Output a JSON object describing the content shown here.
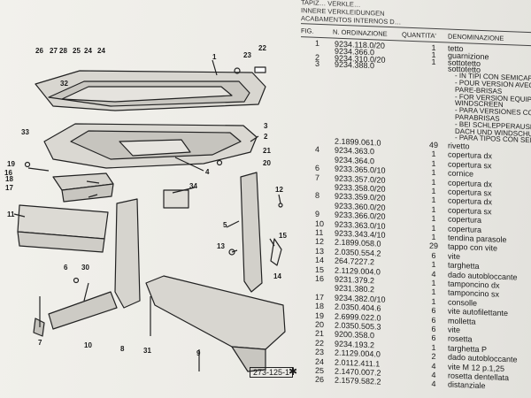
{
  "header": {
    "line1": "TAPIZ… VERKLE…",
    "line2": "INNERE VERKLEIDUNGEN",
    "line3": "ACABAMENTOS INTERNOS D…",
    "col_fig": "FIG.",
    "col_order": "N. ORDINAZIONE",
    "col_qty": "QUANTITA'",
    "col_desc": "DENOMINAZIONE"
  },
  "diagram": {
    "ref_code": "273-125-1",
    "ref_mark": "✱",
    "callouts": [
      "26",
      "27",
      "28",
      "25",
      "24",
      "24",
      "22",
      "23",
      "1",
      "32",
      "33",
      "3",
      "2",
      "4",
      "21",
      "20",
      "19",
      "18",
      "17",
      "16",
      "11",
      "34",
      "12",
      "5",
      "13",
      "15",
      "14",
      "6",
      "30",
      "7",
      "10",
      "8",
      "9",
      "31"
    ]
  },
  "rows": [
    {
      "fig": "1",
      "ord": "9234.118.0/20",
      "qty": "1",
      "desc": "tetto"
    },
    {
      "fig": "",
      "ord": "9234.366.0",
      "qty": "1",
      "desc": "guarnizione"
    },
    {
      "fig": "2",
      "ord": "9234.310.0/20",
      "qty": "1",
      "desc": "sottotetto"
    },
    {
      "fig": "3",
      "ord": "9234.388.0",
      "qty": "",
      "desc": "sottotetto"
    },
    {
      "fig": "",
      "ord": "",
      "qty": "",
      "desc": "- IN TIPI CON SEMICAPPOTTA",
      "note": true
    },
    {
      "fig": "",
      "ord": "",
      "qty": "",
      "desc": "- POUR VERSION AVEC GARDE-",
      "note": true
    },
    {
      "fig": "",
      "ord": "",
      "qty": "",
      "desc": "PARE-BRISAS",
      "note": true
    },
    {
      "fig": "",
      "ord": "",
      "qty": "",
      "desc": "- FOR VERSION EQUIPPED WITH",
      "note": true
    },
    {
      "fig": "",
      "ord": "",
      "qty": "",
      "desc": "WINDSCREEN",
      "note": true
    },
    {
      "fig": "",
      "ord": "",
      "qty": "",
      "desc": "- PARA VERSIONES CON",
      "note": true
    },
    {
      "fig": "",
      "ord": "",
      "qty": "",
      "desc": "PARABRISAS",
      "note": true
    },
    {
      "fig": "",
      "ord": "",
      "qty": "",
      "desc": "- BEI SCHLEPPERAUSFÜHRUNG",
      "note": true
    },
    {
      "fig": "",
      "ord": "",
      "qty": "",
      "desc": "DACH UND WINDSCHUTZ",
      "note": true
    },
    {
      "fig": "",
      "ord": "",
      "qty": "",
      "desc": "- PARA TIPOS CON SEMICAB.",
      "note": true
    },
    {
      "fig": "",
      "ord": "2.1899.061.0",
      "qty": "49",
      "desc": "rivetto"
    },
    {
      "fig": "4",
      "ord": "9234.363.0",
      "qty": "1",
      "desc": "copertura dx"
    },
    {
      "fig": "",
      "ord": "9234.364.0",
      "qty": "1",
      "desc": "copertura sx"
    },
    {
      "fig": "6",
      "ord": "9233.365.0/10",
      "qty": "1",
      "desc": "cornice"
    },
    {
      "fig": "7",
      "ord": "9233.357.0/20",
      "qty": "1",
      "desc": "copertura dx"
    },
    {
      "fig": "",
      "ord": "9233.358.0/20",
      "qty": "1",
      "desc": "copertura sx"
    },
    {
      "fig": "8",
      "ord": "9233.359.0/20",
      "qty": "1",
      "desc": "copertura dx"
    },
    {
      "fig": "",
      "ord": "9233.360.0/20",
      "qty": "1",
      "desc": "copertura sx"
    },
    {
      "fig": "9",
      "ord": "9233.366.0/20",
      "qty": "1",
      "desc": "copertura"
    },
    {
      "fig": "10",
      "ord": "9233.363.0/10",
      "qty": "1",
      "desc": "copertura"
    },
    {
      "fig": "11",
      "ord": "9233.343.4/10",
      "qty": "1",
      "desc": "tendina parasole"
    },
    {
      "fig": "12",
      "ord": "2.1899.058.0",
      "qty": "29",
      "desc": "tappo con vite"
    },
    {
      "fig": "13",
      "ord": "2.0350.554.2",
      "qty": "6",
      "desc": "vite"
    },
    {
      "fig": "14",
      "ord": "264.7227.2",
      "qty": "1",
      "desc": "targhetta"
    },
    {
      "fig": "15",
      "ord": "2.1129.004.0",
      "qty": "4",
      "desc": "dado autobloccante"
    },
    {
      "fig": "16",
      "ord": "9231.379.2",
      "qty": "1",
      "desc": "tamponcino dx"
    },
    {
      "fig": "",
      "ord": "9231.380.2",
      "qty": "1",
      "desc": "tamponcino sx"
    },
    {
      "fig": "17",
      "ord": "9234.382.0/10",
      "qty": "1",
      "desc": "consolle"
    },
    {
      "fig": "18",
      "ord": "2.0350.404.6",
      "qty": "6",
      "desc": "vite autofilettante"
    },
    {
      "fig": "19",
      "ord": "2.6999.022.0",
      "qty": "6",
      "desc": "molletta"
    },
    {
      "fig": "20",
      "ord": "2.0350.505.3",
      "qty": "6",
      "desc": "vite"
    },
    {
      "fig": "21",
      "ord": "9200.358.0",
      "qty": "6",
      "desc": "rosetta"
    },
    {
      "fig": "22",
      "ord": "9234.193.2",
      "qty": "1",
      "desc": "targhetta P"
    },
    {
      "fig": "23",
      "ord": "2.1129.004.0",
      "qty": "2",
      "desc": "dado autobloccante"
    },
    {
      "fig": "24",
      "ord": "2.0112.411.1",
      "qty": "4",
      "desc": "vite M 12 p.1,25"
    },
    {
      "fig": "25",
      "ord": "2.1470.007.2",
      "qty": "4",
      "desc": "rosetta dentellata"
    },
    {
      "fig": "26",
      "ord": "2.1579.582.2",
      "qty": "4",
      "desc": "distanziale"
    }
  ]
}
